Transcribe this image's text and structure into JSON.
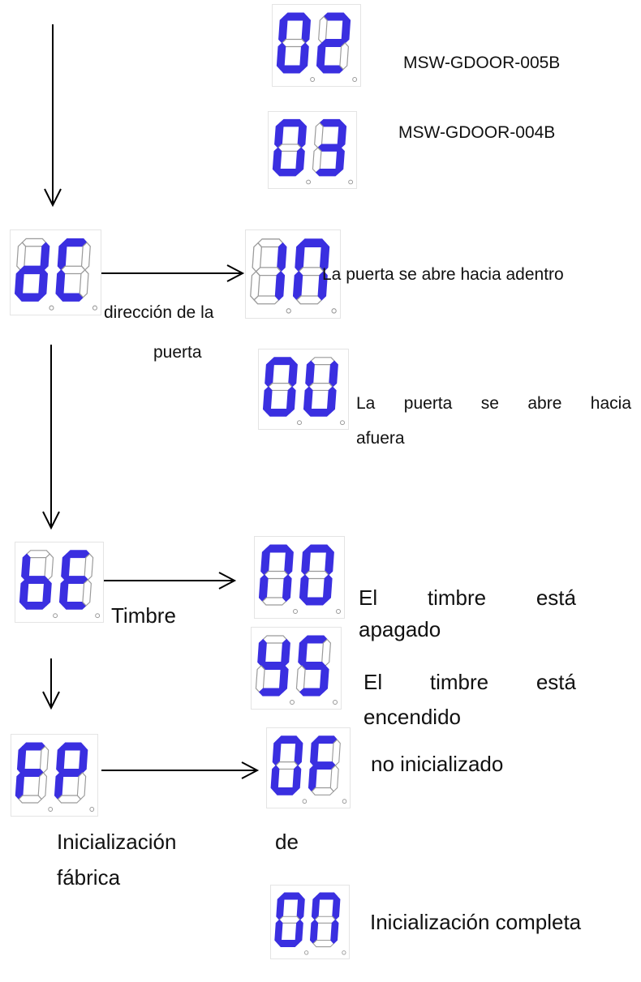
{
  "display_codes": {
    "d02": "02",
    "d03": "03",
    "dc": "dC",
    "din": "In",
    "dou": "OU",
    "dbe": "bE",
    "dno": "nO",
    "dys": "YS",
    "dfp": "FP",
    "dof": "OF",
    "don": "On"
  },
  "labels": {
    "model_005b": "MSW-GDOOR-005B",
    "model_004b": "MSW-GDOOR-004B",
    "door_direction_l1": "dirección de la",
    "door_direction_l2": "puerta",
    "opens_inward": "La puerta se abre hacia adentro",
    "opens_outward_l1": "La puerta se abre hacia",
    "opens_outward_l2": "afuera",
    "doorbell": "Timbre",
    "bell_off_l1": "El timbre está",
    "bell_off_l2": "apagado",
    "bell_on_l1": "El timbre está",
    "bell_on_l2": "encendido",
    "not_initialized": "no inicializado",
    "factory_init_l1": "Inicialización",
    "factory_init_de": "de",
    "factory_init_l2": "fábrica",
    "init_complete": "Inicialización completa"
  },
  "colors": {
    "segment_on": "#3a2fe0",
    "segment_off": "#9a9a9a",
    "arrow": "#000000"
  }
}
